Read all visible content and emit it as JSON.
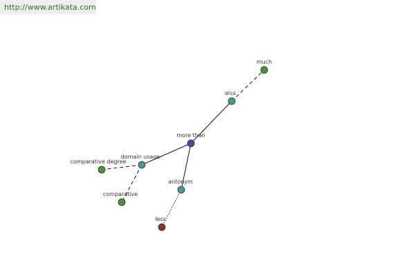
{
  "header": {
    "url": "http://www.artikata.com"
  },
  "graph": {
    "nodes": [
      {
        "id": "more-than",
        "label": "more than",
        "color": "#3b4f9b"
      },
      {
        "id": "also",
        "label": "also",
        "color": "#4a9a94"
      },
      {
        "id": "much",
        "label": "much",
        "color": "#4f8f3f"
      },
      {
        "id": "domain-usage",
        "label": "domain usage",
        "color": "#4a9a94"
      },
      {
        "id": "comparative-degree",
        "label": "comparative degree",
        "color": "#4f8f3f"
      },
      {
        "id": "comparative",
        "label": "comparative",
        "color": "#4f8f3f"
      },
      {
        "id": "antonym",
        "label": "antonym",
        "color": "#4a9a94"
      },
      {
        "id": "less",
        "label": "less",
        "color": "#7a3a32"
      }
    ],
    "edges": [
      {
        "from": "more-than",
        "to": "also",
        "style": "solid"
      },
      {
        "from": "also",
        "to": "much",
        "style": "dashed"
      },
      {
        "from": "more-than",
        "to": "domain-usage",
        "style": "solid"
      },
      {
        "from": "domain-usage",
        "to": "comparative-degree",
        "style": "dashed"
      },
      {
        "from": "domain-usage",
        "to": "comparative",
        "style": "dashed"
      },
      {
        "from": "more-than",
        "to": "antonym",
        "style": "solid"
      },
      {
        "from": "antonym",
        "to": "less",
        "style": "dotted"
      }
    ]
  }
}
